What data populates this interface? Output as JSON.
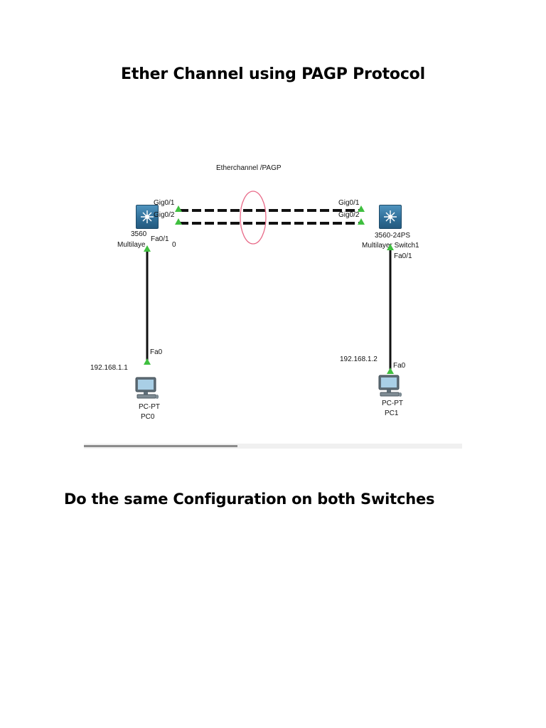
{
  "document": {
    "title": "Ether Channel using PAGP Protocol",
    "subtitle": "Do the same Configuration on both Switches"
  },
  "topology": {
    "annotation": "Etherchannel /PAGP",
    "switch0": {
      "model": "3560",
      "name_part1": "Multilaye",
      "name_part2": "0",
      "port_up1": "Gig0/1",
      "port_up2": "Gig0/2",
      "port_down": "Fa0/1"
    },
    "switch1": {
      "model": "3560-24PS",
      "name": "Multilayer Switch1",
      "port_up1": "Gig0/1",
      "port_up2": "Gig0/2",
      "port_down": "Fa0/1"
    },
    "pc0": {
      "ip": "192.168.1.1",
      "port": "Fa0",
      "type": "PC-PT",
      "name": "PC0"
    },
    "pc1": {
      "ip": "192.168.1.2",
      "port": "Fa0",
      "type": "PC-PT",
      "name": "PC1"
    },
    "colors": {
      "link_up": "#3fbf3f",
      "etherchannel_ring": "#e86a88",
      "switch_blue": "#2e6d96"
    }
  }
}
